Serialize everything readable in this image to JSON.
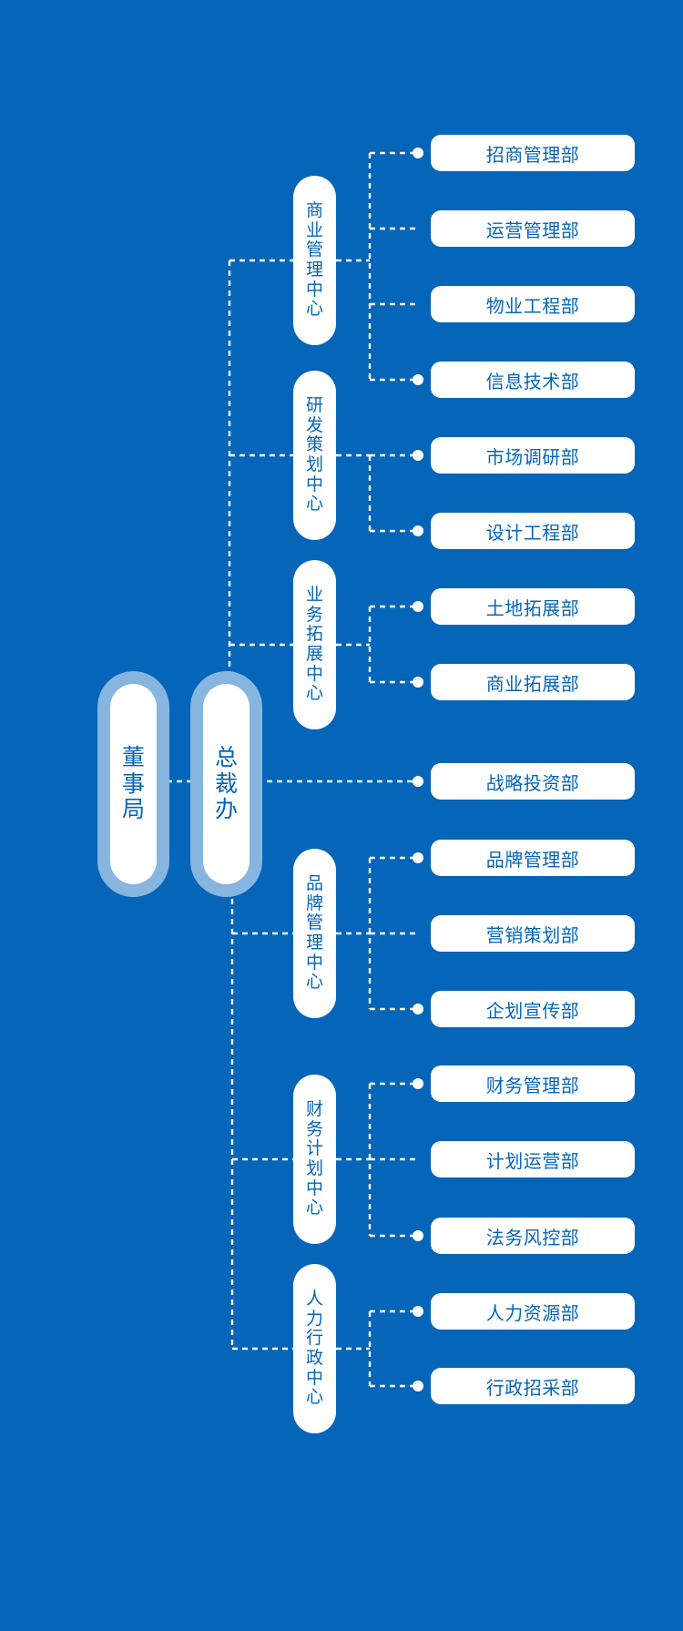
{
  "colors": {
    "background": "#0565b8",
    "box": "#ffffff",
    "halo": "#86b5df",
    "text": "#0565b8",
    "line": "#ffffff"
  },
  "board": "董事局",
  "president_office": "总裁办",
  "centers": [
    {
      "name": "商业管理中心",
      "departments": [
        "招商管理部",
        "运营管理部",
        "物业工程部",
        "信息技术部"
      ]
    },
    {
      "name": "研发策划中心",
      "departments": [
        "市场调研部",
        "设计工程部"
      ]
    },
    {
      "name": "业务拓展中心",
      "departments": [
        "土地拓展部",
        "商业拓展部"
      ]
    },
    {
      "name": "品牌管理中心",
      "departments": [
        "品牌管理部",
        "营销策划部",
        "企划宣传部"
      ]
    },
    {
      "name": "财务计划中心",
      "departments": [
        "财务管理部",
        "计划运营部",
        "法务风控部"
      ]
    },
    {
      "name": "人力行政中心",
      "departments": [
        "人力资源部",
        "行政招采部"
      ]
    }
  ],
  "direct_departments": [
    "战略投资部"
  ]
}
